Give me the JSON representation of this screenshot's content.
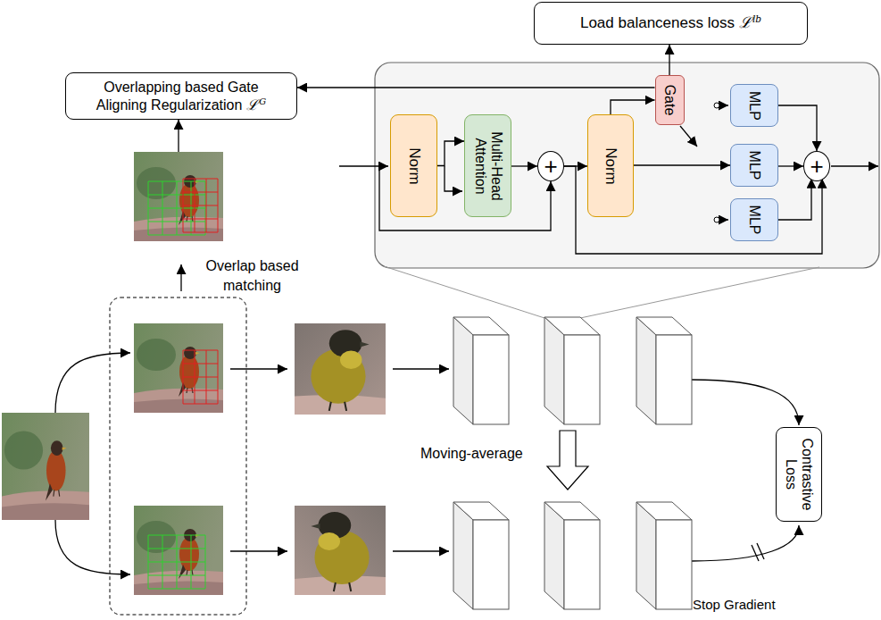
{
  "diagram": {
    "nodes": [
      {
        "text": [
          "Load balanceness loss",
          "ℒ",
          "lb"
        ]
      },
      {
        "text": [
          "Overlapping based Gate Aligning Regularization",
          "ℒ",
          "G"
        ]
      },
      {
        "text": [
          "Gate"
        ]
      },
      {
        "text": [
          "Norm"
        ]
      },
      {
        "text": [
          "Multi-Head Attention"
        ]
      },
      {
        "text": [
          "+"
        ]
      },
      {
        "text": [
          "Norm"
        ]
      },
      {
        "text": [
          "MLP"
        ]
      },
      {
        "text": [
          "MLP"
        ]
      },
      {
        "text": [
          "MLP"
        ]
      },
      {
        "text": [
          "+"
        ]
      },
      {
        "text": [
          "Contrastive Loss"
        ]
      }
    ],
    "edges": [
      {
        "from": 2,
        "to": 0,
        "arrow": "to"
      },
      {
        "from": 2,
        "to": 1,
        "arrow": "to"
      },
      {
        "from": 3,
        "to": 4,
        "arrow": "to"
      },
      {
        "from": 4,
        "to": 5,
        "arrow": "to"
      },
      {
        "from": 5,
        "to": 6,
        "arrow": "to"
      },
      {
        "from": 6,
        "to": 2,
        "arrow": "to"
      },
      {
        "from": 6,
        "to": 8,
        "arrow": "to"
      },
      {
        "from": 7,
        "to": 10,
        "arrow": "to"
      },
      {
        "from": 8,
        "to": 10,
        "arrow": "to"
      },
      {
        "from": 9,
        "to": 10,
        "arrow": "to"
      },
      {
        "from": 5,
        "to": 10,
        "arrow": "to"
      }
    ],
    "labels": [
      "Overlap based matching",
      "Moving-average",
      "Stop Gradient"
    ]
  }
}
